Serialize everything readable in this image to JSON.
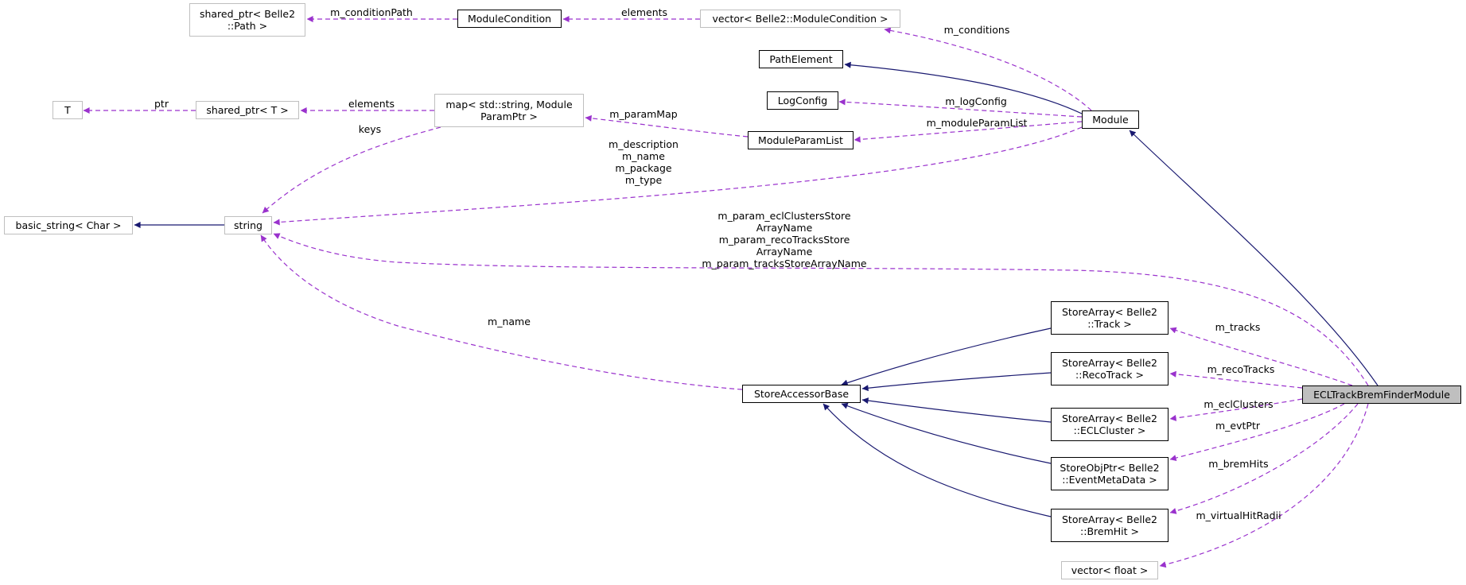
{
  "nodes": [
    {
      "id": "shared_path",
      "lines": [
        "shared_ptr< Belle2",
        "::Path >"
      ],
      "style": "grey"
    },
    {
      "id": "module_condition",
      "lines": [
        "ModuleCondition"
      ],
      "style": "solid"
    },
    {
      "id": "vector_module_condition",
      "lines": [
        "vector< Belle2::ModuleCondition >"
      ],
      "style": "grey"
    },
    {
      "id": "path_element",
      "lines": [
        "PathElement"
      ],
      "style": "solid"
    },
    {
      "id": "log_config",
      "lines": [
        "LogConfig"
      ],
      "style": "solid"
    },
    {
      "id": "t",
      "lines": [
        "T"
      ],
      "style": "grey"
    },
    {
      "id": "shared_t",
      "lines": [
        "shared_ptr< T >"
      ],
      "style": "grey"
    },
    {
      "id": "map_param",
      "lines": [
        "map< std::string, Module",
        "ParamPtr >"
      ],
      "style": "grey"
    },
    {
      "id": "module_param_list",
      "lines": [
        "ModuleParamList"
      ],
      "style": "solid"
    },
    {
      "id": "module",
      "lines": [
        "Module"
      ],
      "style": "solid"
    },
    {
      "id": "basic_string",
      "lines": [
        "basic_string< Char >"
      ],
      "style": "grey"
    },
    {
      "id": "string",
      "lines": [
        "string"
      ],
      "style": "grey"
    },
    {
      "id": "sa_track",
      "lines": [
        "StoreArray< Belle2",
        "::Track >"
      ],
      "style": "solid"
    },
    {
      "id": "sa_recotrack",
      "lines": [
        "StoreArray< Belle2",
        "::RecoTrack >"
      ],
      "style": "solid"
    },
    {
      "id": "store_accessor_base",
      "lines": [
        "StoreAccessorBase"
      ],
      "style": "solid"
    },
    {
      "id": "ecl_track_brem",
      "lines": [
        "ECLTrackBremFinderModule"
      ],
      "style": "focus"
    },
    {
      "id": "sa_eclcluster",
      "lines": [
        "StoreArray< Belle2",
        "::ECLCluster >"
      ],
      "style": "solid"
    },
    {
      "id": "so_eventmeta",
      "lines": [
        "StoreObjPtr< Belle2",
        "::EventMetaData >"
      ],
      "style": "solid"
    },
    {
      "id": "sa_bremhit",
      "lines": [
        "StoreArray< Belle2",
        "::BremHit >"
      ],
      "style": "solid"
    },
    {
      "id": "vector_float",
      "lines": [
        "vector< float >"
      ],
      "style": "grey"
    }
  ],
  "edges": [
    {
      "id": "e_condition_path",
      "kind": "usage",
      "labels": [
        "m_conditionPath"
      ]
    },
    {
      "id": "e_elements_cond",
      "kind": "usage",
      "labels": [
        "elements"
      ]
    },
    {
      "id": "e_conditions",
      "kind": "usage",
      "labels": [
        "m_conditions"
      ]
    },
    {
      "id": "e_inherit_path_element",
      "kind": "inherit",
      "labels": []
    },
    {
      "id": "e_log_config",
      "kind": "usage",
      "labels": [
        "m_logConfig"
      ]
    },
    {
      "id": "e_ptr",
      "kind": "usage",
      "labels": [
        "ptr"
      ]
    },
    {
      "id": "e_elements_map",
      "kind": "usage",
      "labels": [
        "elements"
      ]
    },
    {
      "id": "e_param_map",
      "kind": "usage",
      "labels": [
        "m_paramMap"
      ]
    },
    {
      "id": "e_module_param_list",
      "kind": "usage",
      "labels": [
        "m_moduleParamList"
      ]
    },
    {
      "id": "e_keys",
      "kind": "usage",
      "labels": [
        "keys"
      ]
    },
    {
      "id": "e_module_strings",
      "kind": "usage",
      "labels": [
        "m_description",
        "m_name",
        "m_package",
        "m_type"
      ]
    },
    {
      "id": "e_inherit_basic_string",
      "kind": "inherit",
      "labels": []
    },
    {
      "id": "e_param_names",
      "kind": "usage",
      "labels": [
        "m_param_eclClustersStore",
        "ArrayName",
        "m_param_recoTracksStore",
        "ArrayName",
        "m_param_tracksStoreArrayName"
      ]
    },
    {
      "id": "e_accessor_name",
      "kind": "usage",
      "labels": [
        "m_name"
      ]
    },
    {
      "id": "e_inherit_module",
      "kind": "inherit",
      "labels": []
    },
    {
      "id": "e_inherit_sa_track",
      "kind": "inherit",
      "labels": []
    },
    {
      "id": "e_inherit_sa_recotrack",
      "kind": "inherit",
      "labels": []
    },
    {
      "id": "e_inherit_sa_eclcluster",
      "kind": "inherit",
      "labels": []
    },
    {
      "id": "e_inherit_so_eventmeta",
      "kind": "inherit",
      "labels": []
    },
    {
      "id": "e_inherit_sa_bremhit",
      "kind": "inherit",
      "labels": []
    },
    {
      "id": "e_tracks",
      "kind": "usage",
      "labels": [
        "m_tracks"
      ]
    },
    {
      "id": "e_reco_tracks",
      "kind": "usage",
      "labels": [
        "m_recoTracks"
      ]
    },
    {
      "id": "e_ecl_clusters",
      "kind": "usage",
      "labels": [
        "m_eclClusters"
      ]
    },
    {
      "id": "e_evt_ptr",
      "kind": "usage",
      "labels": [
        "m_evtPtr"
      ]
    },
    {
      "id": "e_brem_hits",
      "kind": "usage",
      "labels": [
        "m_bremHits"
      ]
    },
    {
      "id": "e_virtual_hit_radii",
      "kind": "usage",
      "labels": [
        "m_virtualHitRadii"
      ]
    }
  ],
  "colors": {
    "usage_edge": "#9a32cd",
    "inherit_edge": "#191970",
    "focus_fill": "#bfbfbf",
    "solid_border": "#000000",
    "grey_border": "#bfbfbf"
  }
}
